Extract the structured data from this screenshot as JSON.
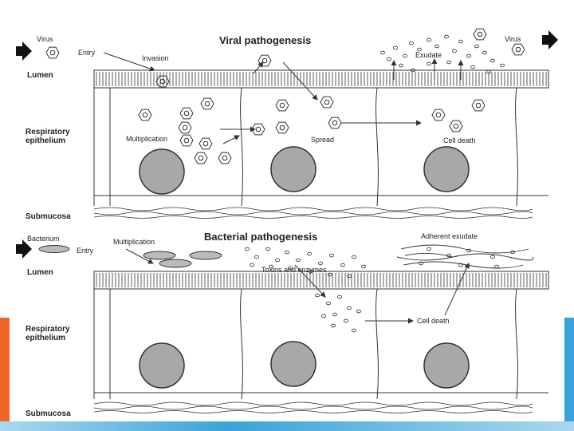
{
  "colors": {
    "accent_orange": "#f0662a",
    "accent_blue": "#3aa3d8",
    "accent_light_blue": "#a9d8ef",
    "line": "#333333",
    "nucleus": "#a8a8a8"
  },
  "viral": {
    "title": "Viral pathogenesis",
    "virus_left": "Virus",
    "virus_right": "Virus",
    "entry": "Entry",
    "invasion": "Invasion",
    "exudate": "Exudate",
    "lumen": "Lumen",
    "epithelium_line1": "Respiratory",
    "epithelium_line2": "epithelium",
    "multiplication": "Multiplication",
    "spread": "Spread",
    "cell_death": "Cell death",
    "submucosa": "Submucosa"
  },
  "bacterial": {
    "title": "Bacterial pathogenesis",
    "bacterium": "Bacterium",
    "multiplication": "Multiplication",
    "entry": "Entry",
    "toxins": "Toxins and enzymes",
    "adherent_exudate": "Adherent exudate",
    "lumen": "Lumen",
    "epithelium_line1": "Respiratory",
    "epithelium_line2": "epithelium",
    "cell_death": "Cell death",
    "submucosa": "Submucosa"
  }
}
